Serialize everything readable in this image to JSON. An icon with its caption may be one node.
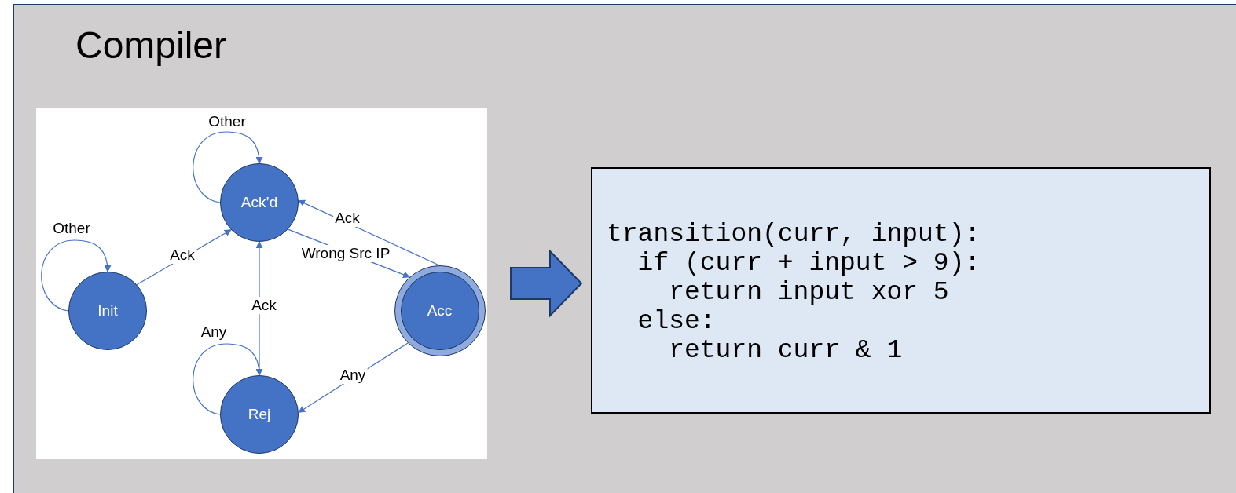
{
  "diagram": {
    "title": "Compiler",
    "nodes": [
      {
        "text": [],
        "shape": "box"
      },
      {
        "text": [
          "Init"
        ],
        "in": 0
      },
      {
        "text": [
          "Ack’d"
        ],
        "in": 0
      },
      {
        "text": [
          "Acc"
        ],
        "in": 0
      },
      {
        "text": [
          "Rej"
        ],
        "in": 0
      },
      {
        "text": [
          "transition(curr, input):",
          "if (curr + input > 9):",
          "return input xor 5",
          "else:",
          "return curr & 1"
        ]
      }
    ],
    "edges": [
      {
        "from": 1,
        "to": 1,
        "label": "Other",
        "arrow": "to"
      },
      {
        "from": 1,
        "to": 2,
        "label": "Ack",
        "arrow": "to"
      },
      {
        "from": 2,
        "to": 2,
        "label": "Other",
        "arrow": "to"
      },
      {
        "from": 2,
        "to": 3,
        "label": "Wrong Src IP",
        "arrow": "to"
      },
      {
        "from": 3,
        "to": 2,
        "label": "Ack",
        "arrow": "to"
      },
      {
        "from": 4,
        "to": 2,
        "label": "Ack",
        "arrow": "to"
      },
      {
        "from": 4,
        "to": 4,
        "label": "Any",
        "arrow": "to"
      },
      {
        "from": 3,
        "to": 4,
        "label": "Any",
        "arrow": "to"
      },
      {
        "from": 0,
        "to": 5,
        "arrow": "to",
        "style": "thick"
      }
    ]
  }
}
